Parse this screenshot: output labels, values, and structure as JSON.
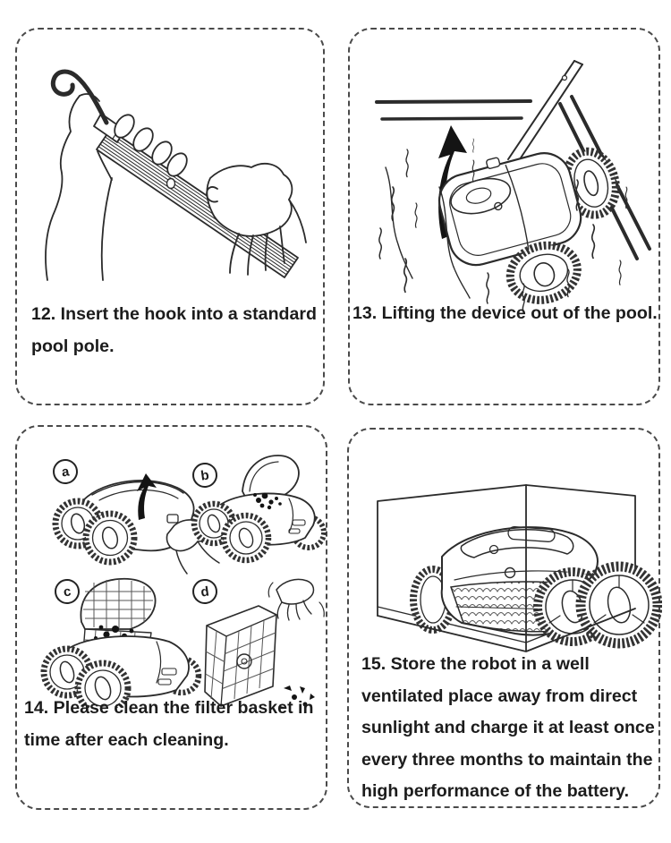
{
  "colors": {
    "ink": "#2b2b2b",
    "text": "#1c1c1c",
    "panel_border": "#4a4a4a",
    "paper": "#ffffff",
    "arrow_fill": "#141414"
  },
  "panels": [
    {
      "step": "12",
      "illustration": "hand-inserting-hook-into-pool-pole",
      "lines": [
        "12. Insert the hook into a standard",
        "pool pole."
      ]
    },
    {
      "step": "13",
      "illustration": "robot-lifted-out-of-pool-with-pole",
      "lines": [
        "13. Lifting the device out of the pool."
      ]
    },
    {
      "step": "14",
      "illustration": "filter-basket-cleaning-steps",
      "lines": [
        "14. Please clean the filter basket in",
        "time after each cleaning."
      ],
      "sub_labels": {
        "a": "a",
        "b": "b",
        "c": "c",
        "d": "d"
      }
    },
    {
      "step": "15",
      "illustration": "robot-stored-in-ventilated-box",
      "lines": [
        "15. Store the robot in a well",
        "ventilated place away from direct",
        "sunlight and charge it at least once",
        "every three months to maintain the",
        "high performance of the battery."
      ]
    }
  ]
}
